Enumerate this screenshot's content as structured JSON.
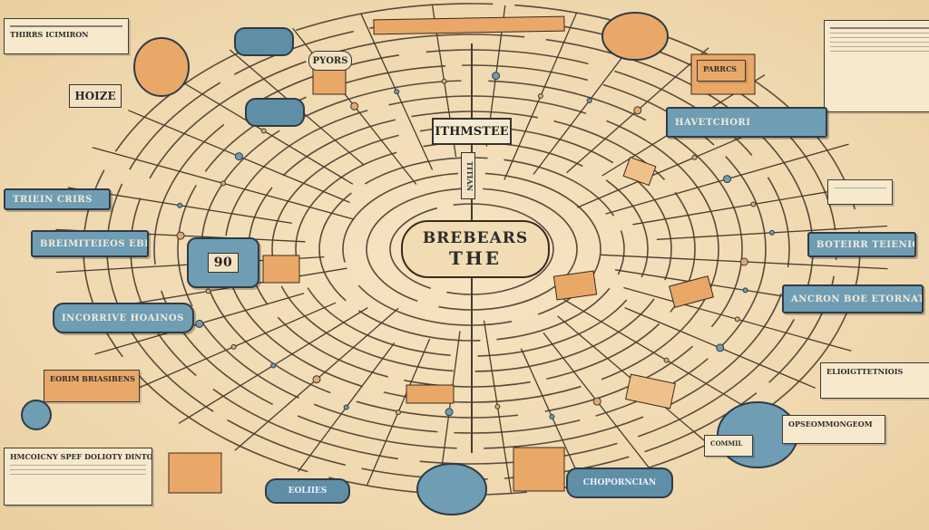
{
  "center": {
    "line1": "BREBEARS",
    "line2": "THE"
  },
  "top_plaque": "ITHMSTEE",
  "vertical_tag": "TITIAN",
  "labels": {
    "tl_header": "THIRRS ICIMIRON",
    "hoize": "HOIZE",
    "pyors": "PYORS",
    "left_banner_1": "TRIEIN CRIRS",
    "left_banner_2": "BREIMITEIEOS EBLIN",
    "left_banner_3": "INCORRIVE HOAINOS",
    "left_banner_4": "EORIM BRIASIBENS",
    "left_card_bottom": "HMCOICNY SPEF DOLIOTY DINTONS",
    "num_card": "90",
    "right_banner_1": "HAVETCHORI",
    "right_banner_2": "BOTEIRR TEIENIONS",
    "right_banner_3": "ANCRON BOE ETORNATETORE",
    "right_card_mid": "ELIOIGTTETNIOIS",
    "right_card_low": "OPSEOMMONGEOM",
    "bottom_pill_1": "EOLIIES",
    "bottom_pill_2": "CHOPORNCIAN",
    "stamp_small": "COMMIL",
    "crate_text": "PARRCS"
  },
  "colors": {
    "paper": "#f2dcb4",
    "blue": "#6e9db4",
    "orange": "#e9a868",
    "ink": "#2f3b45"
  }
}
